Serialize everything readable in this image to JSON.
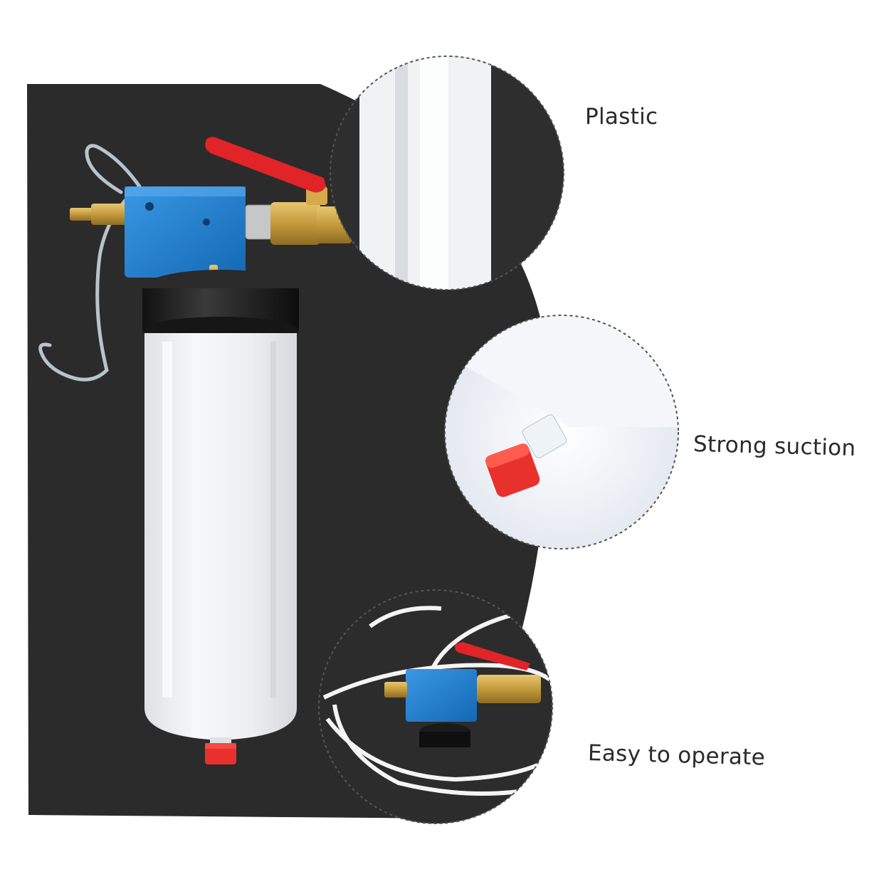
{
  "image": {
    "subject": "brake-fluid-bleeder-pump",
    "background_color": "#2a2a2a"
  },
  "features": [
    {
      "label": "Plastic",
      "icon": "plastic-detail"
    },
    {
      "label": "Strong suction",
      "icon": "suction-nozzle-detail"
    },
    {
      "label": "Easy to operate",
      "icon": "valve-assembly-detail"
    }
  ],
  "colors": {
    "valve_block": "#1e7fd0",
    "handle": "#e02428",
    "brass": "#c9a046",
    "cap": "#1a1a1a",
    "bottle": "#eef0f2"
  }
}
